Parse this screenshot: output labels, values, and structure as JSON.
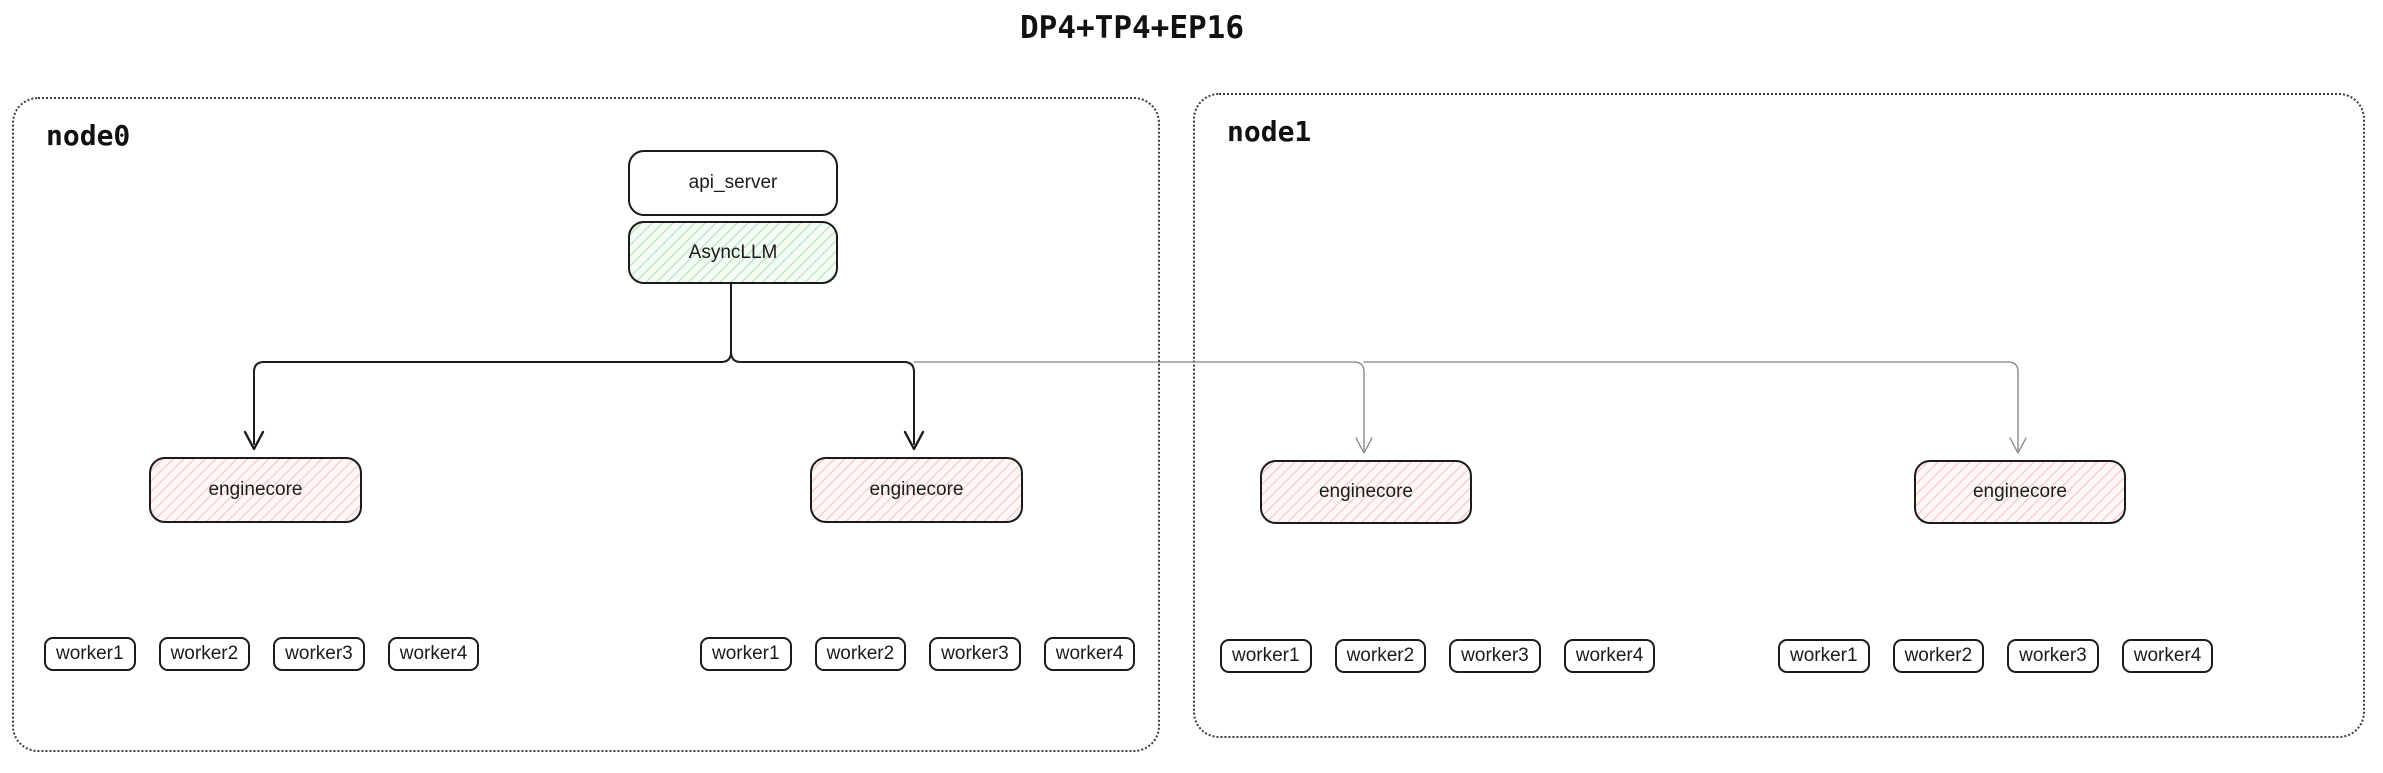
{
  "title": "DP4+TP4+EP16",
  "colors": {
    "box_border": "#1b1b1b",
    "asyncllm_hatch": "#40c057",
    "enginecore_hatch": "#e03131",
    "connector_dark": "#1b1b1b",
    "connector_light": "#808080"
  },
  "nodes": [
    {
      "label": "node0",
      "api_server": {
        "label": "api_server"
      },
      "asyncllm": {
        "label": "AsyncLLM"
      },
      "enginecores": [
        {
          "label": "enginecore",
          "workers": [
            "worker1",
            "worker2",
            "worker3",
            "worker4"
          ]
        },
        {
          "label": "enginecore",
          "workers": [
            "worker1",
            "worker2",
            "worker3",
            "worker4"
          ]
        }
      ]
    },
    {
      "label": "node1",
      "enginecores": [
        {
          "label": "enginecore",
          "workers": [
            "worker1",
            "worker2",
            "worker3",
            "worker4"
          ]
        },
        {
          "label": "enginecore",
          "workers": [
            "worker1",
            "worker2",
            "worker3",
            "worker4"
          ]
        }
      ]
    }
  ]
}
